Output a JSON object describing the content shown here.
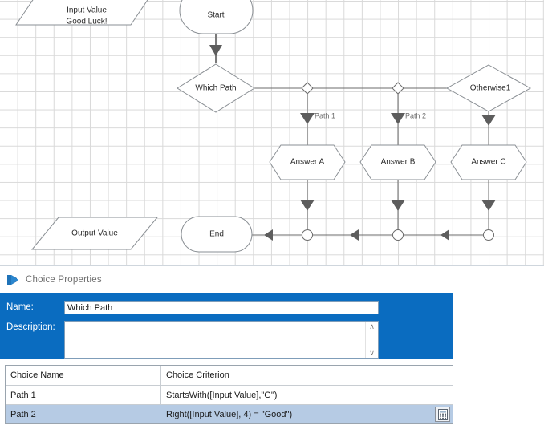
{
  "canvas": {
    "grid": true,
    "nodes": [
      {
        "id": "input",
        "type": "parallelogram",
        "label": "Input Value",
        "label2": "Good Luck!"
      },
      {
        "id": "start",
        "type": "stadium",
        "label": "Start"
      },
      {
        "id": "which",
        "type": "diamond",
        "label": "Which Path"
      },
      {
        "id": "otherwise",
        "type": "diamond",
        "label": "Otherwise1"
      },
      {
        "id": "ansA",
        "type": "hexagon",
        "label": "Answer A"
      },
      {
        "id": "ansB",
        "type": "hexagon",
        "label": "Answer B"
      },
      {
        "id": "ansC",
        "type": "hexagon",
        "label": "Answer C"
      },
      {
        "id": "output",
        "type": "parallelogram",
        "label": "Output Value"
      },
      {
        "id": "end",
        "type": "stadium",
        "label": "End"
      }
    ],
    "edge_labels": [
      {
        "id": "p1",
        "label": "Path 1"
      },
      {
        "id": "p2",
        "label": "Path 2"
      }
    ]
  },
  "properties": {
    "header_title": "Choice Properties",
    "header_icon": "blue-ribbon-icon",
    "accent_color": "#0a6cc0",
    "name_label": "Name:",
    "name_value": "Which Path",
    "name_placeholder": "",
    "description_label": "Description:",
    "description_value": "",
    "description_placeholder": "",
    "scroll_up_glyph": "∧",
    "scroll_down_glyph": "∨"
  },
  "choice_grid": {
    "columns": [
      "Choice Name",
      "Choice Criterion"
    ],
    "rows": [
      {
        "name": "Path 1",
        "criterion": "StartsWith([Input Value],\"G\")",
        "selected": false
      },
      {
        "name": "Path 2",
        "criterion": "Right([Input Value], 4) = \"Good\")",
        "selected": true
      }
    ],
    "selection_color": "#b6cbe4",
    "expression_button_icon": "calculator-icon"
  }
}
